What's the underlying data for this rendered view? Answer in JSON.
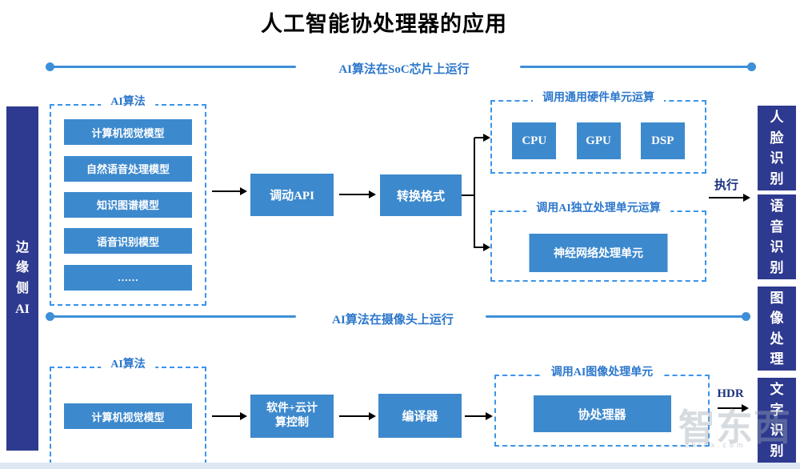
{
  "title": "人工智能协处理器的应用",
  "edge_bar": {
    "label": "边缘侧AI"
  },
  "soc_section": {
    "header": "AI算法在SoC芯片上运行",
    "ai_algo": {
      "label": "AI算法",
      "models": [
        "计算机视觉模型",
        "自然语音处理模型",
        "知识图谱模型",
        "语音识别模型",
        "……"
      ]
    },
    "call_api": "调动API",
    "convert_format": "转换格式",
    "generic_hw": {
      "label": "调用通用硬件单元运算",
      "units": [
        "CPU",
        "GPU",
        "DSP"
      ]
    },
    "ai_unit": {
      "label": "调用AI独立处理单元运算",
      "unit": "神经网络处理单元"
    },
    "exec_label": "执行"
  },
  "camera_section": {
    "header": "AI算法在摄像头上运行",
    "ai_algo": {
      "label": "AI算法",
      "models": [
        "计算机视觉模型"
      ]
    },
    "software_cloud": "软件+云计算控制",
    "compiler": "编译器",
    "image_unit": {
      "label": "调用AI图像处理单元",
      "unit": "协处理器"
    },
    "exec_label": "HDR"
  },
  "outputs": [
    "人脸识别",
    "语音识别",
    "图像处理",
    "文字识别"
  ],
  "watermark": {
    "logo": "智东西",
    "domain": "zhidx.com"
  },
  "colors": {
    "navy": "#2e3a8f",
    "box_blue": "#3d89cd",
    "dash_blue": "#3a94e8",
    "header_blue": "#2c77cc",
    "line_blue": "#3d8fd8",
    "exec_navy": "#1d3380"
  }
}
